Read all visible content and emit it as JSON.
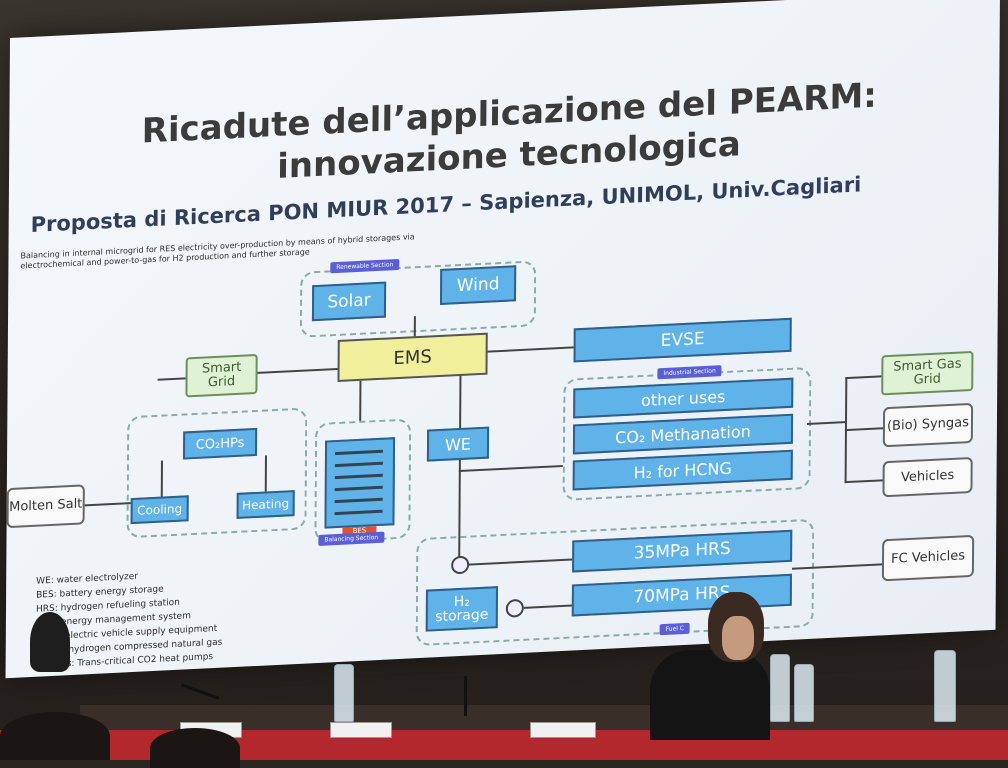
{
  "slide": {
    "title_line1": "Ricadute dell’applicazione del PEARM:",
    "title_line2": "innovazione tecnologica",
    "subtitle": "Proposta di Ricerca PON MIUR 2017 – Sapienza, UNIMOL, Univ.Cagliari",
    "description_line1": "Balancing in internal microgrid for RES electricity over-production by means of hybrid storages via",
    "description_line2": "electrochemical and power-to-gas for H2 production and further storage"
  },
  "diagram": {
    "renewable_section": "Renewable Section",
    "solar": "Solar",
    "wind": "Wind",
    "ems": "EMS",
    "smart_grid": "Smart Grid",
    "evse": "EVSE",
    "industrial_section": "Industrial Section",
    "other_uses": "other uses",
    "co2_methanation": "CO₂ Methanation",
    "h2_hcng": "H₂ for HCNG",
    "smart_gas_grid": "Smart Gas Grid",
    "bio_syngas": "(Bio) Syngas",
    "vehicles": "Vehicles",
    "co2hps": "CO₂HPs",
    "cooling": "Cooling",
    "heating": "Heating",
    "molten_salt": "Molten Salt",
    "bes": "BES",
    "balancing_section": "Balancing Section",
    "we": "WE",
    "hrs35": "35MPa HRS",
    "hrs70": "70MPa HRS",
    "h2_storage": "H₂ storage",
    "fc_vehicles": "FC Vehicles",
    "fuel_cell_section": "Fuel C"
  },
  "legend": [
    "WE: water electrolyzer",
    "BES: battery energy storage",
    "HRS: hydrogen refueling station",
    "EMS: energy management system",
    "EVSE: electric vehicle supply equipment",
    "HCNG: hydrogen compressed natural gas",
    "CO2HPs: Trans-critical CO2 heat pumps"
  ],
  "colors": {
    "box_blue": "#5fb3e8",
    "green_box": "#dff2d6",
    "ems_yellow": "#f1ef9c",
    "tag_purple": "#5a5fd6",
    "tablecloth_red": "#b3282d"
  }
}
